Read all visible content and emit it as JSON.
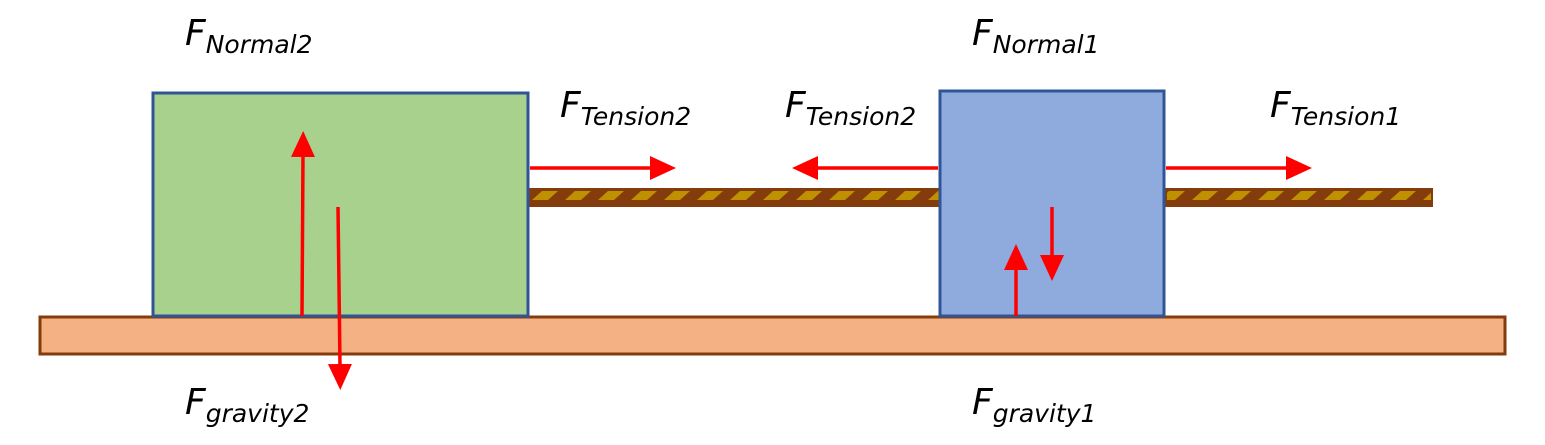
{
  "labels": {
    "normal2": {
      "main": "F",
      "sub": "Normal2"
    },
    "normal1": {
      "main": "F",
      "sub": "Normal1"
    },
    "tension2_left": {
      "main": "F",
      "sub": "Tension2"
    },
    "tension2_right": {
      "main": "F",
      "sub": "Tension2"
    },
    "tension1": {
      "main": "F",
      "sub": "Tension1"
    },
    "gravity2": {
      "main": "F",
      "sub": "gravity2"
    },
    "gravity1": {
      "main": "F",
      "sub": "gravity1"
    }
  },
  "colors": {
    "block2": "#A9D18E",
    "block1": "#8FAADC",
    "block_border": "#2F5597",
    "ground": "#F4B183",
    "ground_border": "#843C0C",
    "rope": "#BF9000",
    "force_arrow": "#FF0000"
  }
}
